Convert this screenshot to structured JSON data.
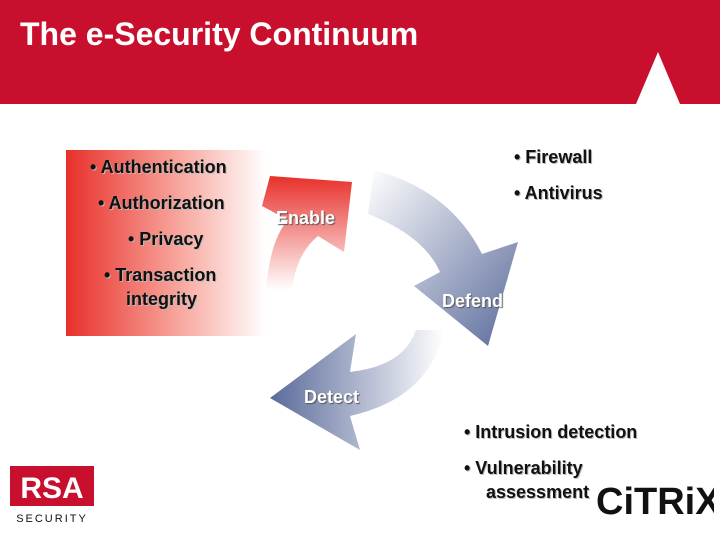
{
  "title": "The e-Security Continuum",
  "left_box": {
    "items": [
      "• Authentication",
      "• Authorization",
      "• Privacy",
      "• Transaction",
      "integrity"
    ]
  },
  "phases": {
    "enable": "Enable",
    "defend": "Defend",
    "detect": "Detect"
  },
  "top_right": {
    "items": [
      "•  Firewall",
      "•  Antivirus"
    ]
  },
  "bottom_right": {
    "items": [
      "•  Intrusion detection",
      "•  Vulnerability",
      "assessment"
    ]
  },
  "logos": {
    "rsa": {
      "name": "RSA",
      "sub": "SECURITY"
    },
    "citrix": {
      "name": "CiTRiX"
    }
  },
  "colors": {
    "header": "#c8102e",
    "enable": "#e8302a",
    "arrow_blue": "#6b7aa6"
  }
}
